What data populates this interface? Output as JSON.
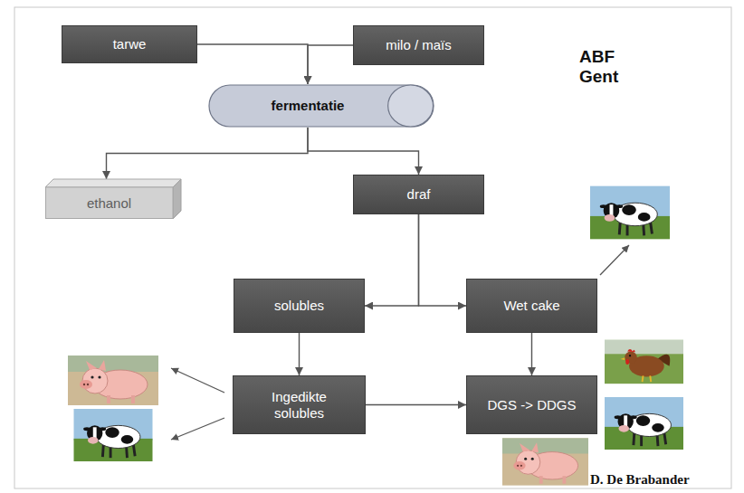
{
  "diagram": {
    "nodes": [
      {
        "text": [
          "tarwe"
        ]
      },
      {
        "text": [
          "milo / maïs"
        ]
      },
      {
        "text": [
          "fermentatie"
        ]
      },
      {
        "text": [
          "ethanol"
        ]
      },
      {
        "text": [
          "draf"
        ]
      },
      {
        "text": [
          "solubles"
        ]
      },
      {
        "text": [
          "Wet cake"
        ]
      },
      {
        "text": [
          "Ingedikte solubles"
        ]
      },
      {
        "text": [
          "DGS -> DDGS"
        ]
      }
    ],
    "edges": [
      {
        "from": 0,
        "to": 2,
        "arrow": "to"
      },
      {
        "from": 1,
        "to": 2,
        "arrow": "to"
      },
      {
        "from": 2,
        "to": 3,
        "arrow": "to"
      },
      {
        "from": 2,
        "to": 4,
        "arrow": "to"
      },
      {
        "from": 4,
        "to": 5,
        "arrow": "to"
      },
      {
        "from": 4,
        "to": 6,
        "arrow": "to"
      },
      {
        "from": 5,
        "to": 7,
        "arrow": "to"
      },
      {
        "from": 7,
        "to": 8,
        "arrow": "to"
      },
      {
        "from": 6,
        "to": 8,
        "arrow": "to"
      }
    ],
    "labels": [
      "ABF Gent",
      "D. De Brabander"
    ]
  }
}
